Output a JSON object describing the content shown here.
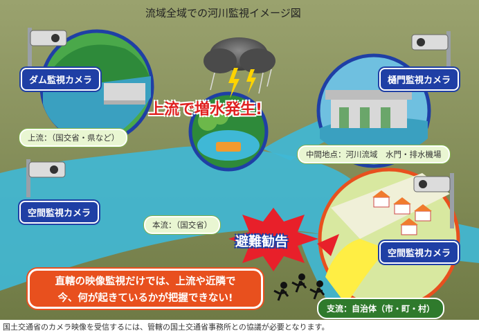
{
  "title": "流域全域での河川監視イメージ図",
  "cameras": {
    "dam": "ダム監視カメラ",
    "sluice": "樋門監視カメラ",
    "space_left": "空間監視カメラ",
    "space_right": "空間監視カメラ"
  },
  "locations": {
    "upstream": "上流：（国交省・県など）",
    "midpoint": "中間地点：河川流域　水門・排水機場",
    "mainstream": "本流：（国交省）",
    "tributary": "支流：自治体（市・町・村）"
  },
  "flood_text": "上流で増水発生!",
  "evacuation_text": "避難勧告",
  "alert_lines": [
    "直轄の映像監視だけでは、上流や近隣で",
    "今、何が起きているかが把握できない!"
  ],
  "footnote": "国土交通省のカメラ映像を受信するには、管轄の国土交通省事務所との協議が必要となります。",
  "colors": {
    "camera_label": "#1f3fa5",
    "river": "#3fb8d6",
    "land": "#8b9a5a",
    "alert": "#e8501e",
    "flood_text": "#e02020"
  }
}
